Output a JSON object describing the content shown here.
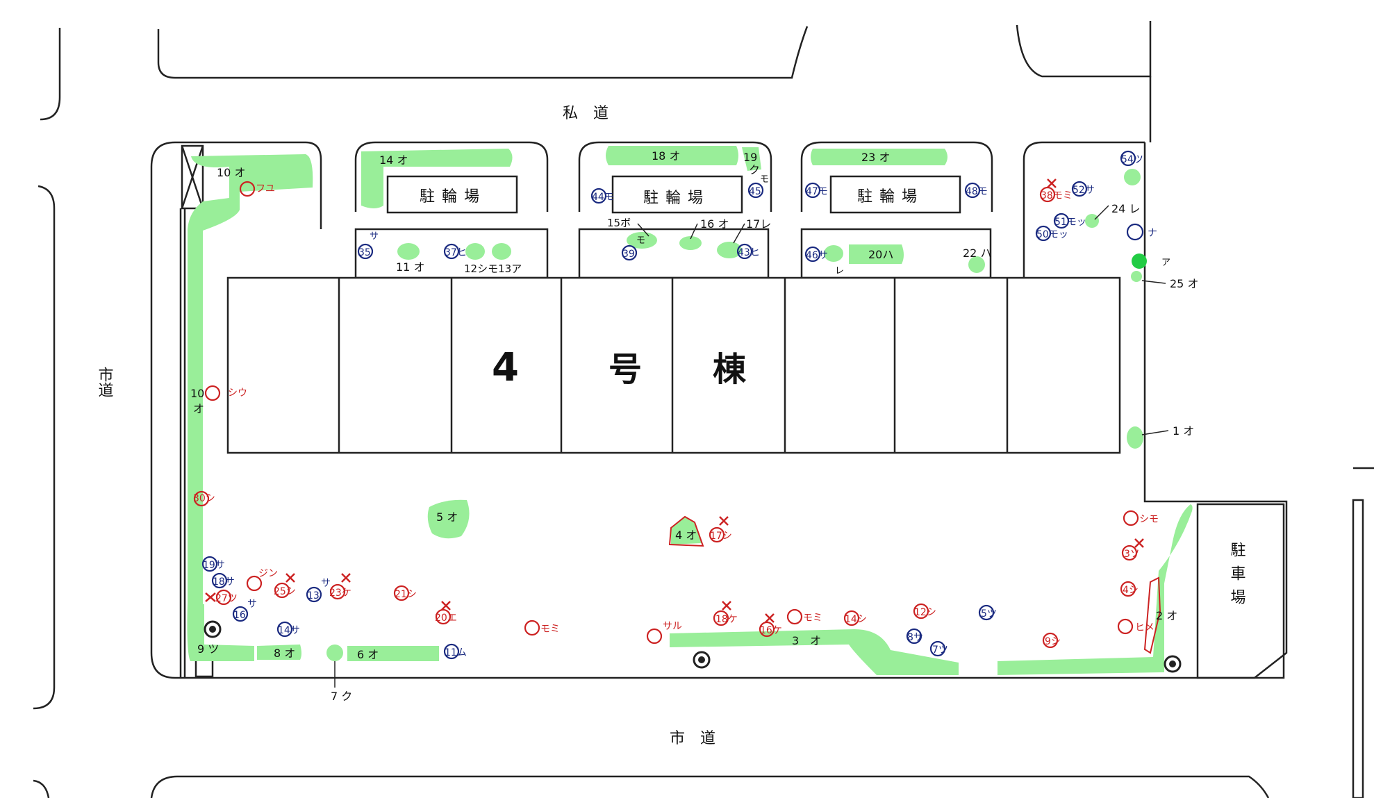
{
  "roads": {
    "private_road": "私　道",
    "city_road_bottom": "市　道",
    "city_road_left": "市道"
  },
  "building": {
    "label_num": "4",
    "label_go": "号",
    "label_to": "棟"
  },
  "bike_parking": {
    "label": "駐輪場"
  },
  "car_parking": {
    "label": "駐車場"
  },
  "tree_labels": {
    "t10o_top": "10 オ",
    "t10o_left_a": "10",
    "t10o_left_b": "オ",
    "t14o": "14 オ",
    "t18o": "18 オ",
    "t19k_a": "19",
    "t19k_b": "ク",
    "t19k_c": "モ",
    "t23o": "23 オ",
    "t11o": "11 オ",
    "t12s13a": "12シモ13ア",
    "t15p": "15ボ",
    "t15p_mo": "モ",
    "t16o": "16 オ",
    "t17r": "17レ",
    "t20h": "20ハ",
    "t22h": "22 ハ",
    "t46_re": "レ",
    "t24r": "24 レ",
    "t_a": "ア",
    "t25o": "25 オ",
    "t1o": "1 オ",
    "t5o": "5 オ",
    "t4o": "4 オ",
    "t2o": "2 オ",
    "t3o": "3　オ",
    "t6o": "6 オ",
    "t7k": "7 ク",
    "t8o": "8 オ",
    "t9t": "9 ツ",
    "t35_sa": "サ"
  },
  "markers": {
    "fu": "フユ",
    "shiu": "シウ",
    "m30": "30シ",
    "m19": "19サ",
    "m18s": "18サ",
    "m27": "27ツ",
    "m16s": "16",
    "m16s_sa": "サ",
    "jin": "ジン",
    "m25": "25シ",
    "m13": "13",
    "m13_sa": "サ",
    "m23": "23ケ",
    "m14s": "14サ",
    "m21": "21シ",
    "m20": "20エ",
    "m11": "11ム",
    "momi_a": "モミ",
    "saru": "サル",
    "m18k": "18ケ",
    "m16k": "16ケ",
    "momi_b": "モミ",
    "m14sh": "14シ",
    "m12": "12シ",
    "m5": "5ツ",
    "m8": "8サ",
    "m7": "7ツ",
    "m9": "9シ",
    "m17": "17シ",
    "shimo": "シモ",
    "m3": "3ソ",
    "m4": "4シ",
    "hime": "ヒメ",
    "m35": "35",
    "m37": "37ヒ",
    "m39": "39",
    "m43": "43ヒ",
    "m44": "44モ",
    "m45": "45",
    "m46": "46サ",
    "m47": "47モ",
    "m48": "48モ",
    "m54": "54ツ",
    "m52": "52サ",
    "m38": "38モミ",
    "m51": "51モッ",
    "m50": "50モッ",
    "na": "ナ"
  },
  "colors": {
    "outline": "#222222",
    "green_area": "#99ee99",
    "red_marker": "#cc2222",
    "blue_marker": "#1a2a80",
    "label_text": "#111111"
  }
}
